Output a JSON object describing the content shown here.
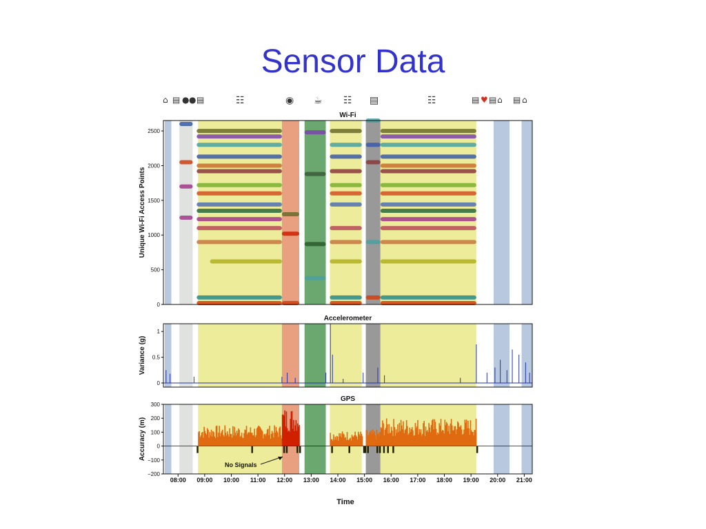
{
  "slide": {
    "title": "Sensor Data"
  },
  "icons": {
    "left": [
      "home-icon",
      "car-icon",
      "person-icon",
      "person-icon",
      "car-icon"
    ],
    "center": [
      "meeting-icon",
      "restaurant-icon",
      "coffee-icon",
      "meeting-icon",
      "desk-icon",
      "meeting-icon"
    ],
    "right": [
      "car-icon",
      "heart-icon",
      "car-icon",
      "home-icon",
      "car-icon",
      "home-icon"
    ]
  },
  "colors": {
    "yellow": "#ecec9a",
    "salmon": "#e8a080",
    "green": "#6aa870",
    "gray": "#999999",
    "lightgray": "#dfe2df",
    "lightblue": "#b8c8de",
    "accel_line": "#2233aa",
    "gps_bar": "#e06a10",
    "gps_bar_dark": "#d02000",
    "nosignal": "#222200",
    "title_blue": "#3333cc"
  },
  "time_axis": {
    "ticks": [
      "08:00",
      "09:00",
      "10:00",
      "11:00",
      "12:00",
      "13:00",
      "14:00",
      "15:00",
      "16:00",
      "17:00",
      "18:00",
      "19:00",
      "20:00",
      "21:00"
    ],
    "label": "Time",
    "range_hours": [
      7.45,
      21.3
    ]
  },
  "background_bands": [
    {
      "start": 7.5,
      "end": 7.75,
      "color": "lightblue"
    },
    {
      "start": 7.75,
      "end": 8.05,
      "color": "white"
    },
    {
      "start": 8.05,
      "end": 8.55,
      "color": "lightgray"
    },
    {
      "start": 8.55,
      "end": 8.75,
      "color": "white"
    },
    {
      "start": 8.75,
      "end": 11.9,
      "color": "yellow"
    },
    {
      "start": 11.9,
      "end": 12.55,
      "color": "salmon"
    },
    {
      "start": 12.55,
      "end": 12.75,
      "color": "white"
    },
    {
      "start": 12.75,
      "end": 13.55,
      "color": "green"
    },
    {
      "start": 13.55,
      "end": 13.7,
      "color": "white"
    },
    {
      "start": 13.7,
      "end": 14.9,
      "color": "yellow"
    },
    {
      "start": 14.9,
      "end": 15.05,
      "color": "white"
    },
    {
      "start": 15.05,
      "end": 15.6,
      "color": "gray"
    },
    {
      "start": 15.6,
      "end": 19.2,
      "color": "yellow"
    },
    {
      "start": 19.2,
      "end": 19.85,
      "color": "white"
    },
    {
      "start": 19.85,
      "end": 20.45,
      "color": "lightblue"
    },
    {
      "start": 20.45,
      "end": 20.9,
      "color": "white"
    },
    {
      "start": 20.9,
      "end": 21.3,
      "color": "lightblue"
    }
  ],
  "chart_data": [
    {
      "type": "scatter",
      "title": "Wi-Fi",
      "xlabel": "",
      "ylabel": "Unique Wi-Fi Access Points",
      "ylim": [
        0,
        2650
      ],
      "yticks": [
        "0",
        "500",
        "1000",
        "1500",
        "2000",
        "2500"
      ],
      "ytick_values": [
        0,
        500,
        1000,
        1500,
        2000,
        2500
      ],
      "ap_tracks": [
        {
          "y": 2500,
          "start": 8.7,
          "end": 11.9,
          "color": "#6b6b2a"
        },
        {
          "y": 2420,
          "start": 8.7,
          "end": 11.9,
          "color": "#7a44aa"
        },
        {
          "y": 2300,
          "start": 8.7,
          "end": 11.9,
          "color": "#4aa0a0"
        },
        {
          "y": 2130,
          "start": 8.7,
          "end": 11.9,
          "color": "#3a5aa8"
        },
        {
          "y": 2000,
          "start": 8.7,
          "end": 11.9,
          "color": "#c87030"
        },
        {
          "y": 1920,
          "start": 8.7,
          "end": 11.9,
          "color": "#8a3a3a"
        },
        {
          "y": 1720,
          "start": 8.7,
          "end": 11.9,
          "color": "#7ab030"
        },
        {
          "y": 1600,
          "start": 8.7,
          "end": 11.9,
          "color": "#d05020"
        },
        {
          "y": 1440,
          "start": 8.7,
          "end": 11.9,
          "color": "#5070b0"
        },
        {
          "y": 1350,
          "start": 8.7,
          "end": 11.9,
          "color": "#2a6a3a"
        },
        {
          "y": 1230,
          "start": 8.7,
          "end": 11.9,
          "color": "#a03a8a"
        },
        {
          "y": 1100,
          "start": 8.7,
          "end": 11.9,
          "color": "#b84a5a"
        },
        {
          "y": 900,
          "start": 8.7,
          "end": 11.9,
          "color": "#c87840"
        },
        {
          "y": 620,
          "start": 9.2,
          "end": 11.9,
          "color": "#b0b020"
        },
        {
          "y": 100,
          "start": 8.7,
          "end": 11.9,
          "color": "#2a8a8a"
        },
        {
          "y": 20,
          "start": 8.7,
          "end": 11.9,
          "color": "#d04010"
        },
        {
          "y": 2500,
          "start": 13.7,
          "end": 14.9,
          "color": "#6b6b2a"
        },
        {
          "y": 2300,
          "start": 13.7,
          "end": 14.9,
          "color": "#4aa0a0"
        },
        {
          "y": 2130,
          "start": 13.7,
          "end": 14.9,
          "color": "#3a5aa8"
        },
        {
          "y": 1920,
          "start": 13.7,
          "end": 14.9,
          "color": "#8a3a3a"
        },
        {
          "y": 1720,
          "start": 13.7,
          "end": 14.9,
          "color": "#7ab030"
        },
        {
          "y": 1600,
          "start": 13.7,
          "end": 14.9,
          "color": "#d05020"
        },
        {
          "y": 1440,
          "start": 13.7,
          "end": 14.9,
          "color": "#5070b0"
        },
        {
          "y": 1100,
          "start": 13.7,
          "end": 14.9,
          "color": "#b84a5a"
        },
        {
          "y": 900,
          "start": 13.7,
          "end": 14.9,
          "color": "#c87840"
        },
        {
          "y": 620,
          "start": 13.7,
          "end": 14.9,
          "color": "#b0b020"
        },
        {
          "y": 100,
          "start": 13.7,
          "end": 14.9,
          "color": "#2a8a8a"
        },
        {
          "y": 20,
          "start": 13.7,
          "end": 14.9,
          "color": "#d04010"
        },
        {
          "y": 2500,
          "start": 15.6,
          "end": 19.2,
          "color": "#6b6b2a"
        },
        {
          "y": 2420,
          "start": 15.6,
          "end": 19.2,
          "color": "#7a44aa"
        },
        {
          "y": 2300,
          "start": 15.6,
          "end": 19.2,
          "color": "#4aa0a0"
        },
        {
          "y": 2130,
          "start": 15.6,
          "end": 19.2,
          "color": "#3a5aa8"
        },
        {
          "y": 2000,
          "start": 15.6,
          "end": 19.2,
          "color": "#c87030"
        },
        {
          "y": 1920,
          "start": 15.6,
          "end": 19.2,
          "color": "#8a3a3a"
        },
        {
          "y": 1720,
          "start": 15.6,
          "end": 19.2,
          "color": "#7ab030"
        },
        {
          "y": 1600,
          "start": 15.6,
          "end": 19.2,
          "color": "#d05020"
        },
        {
          "y": 1440,
          "start": 15.6,
          "end": 19.2,
          "color": "#5070b0"
        },
        {
          "y": 1350,
          "start": 15.6,
          "end": 19.2,
          "color": "#2a6a3a"
        },
        {
          "y": 1230,
          "start": 15.6,
          "end": 19.2,
          "color": "#a03a8a"
        },
        {
          "y": 1100,
          "start": 15.6,
          "end": 19.2,
          "color": "#b84a5a"
        },
        {
          "y": 900,
          "start": 15.6,
          "end": 19.2,
          "color": "#c87840"
        },
        {
          "y": 620,
          "start": 15.6,
          "end": 19.2,
          "color": "#b0b020"
        },
        {
          "y": 100,
          "start": 15.6,
          "end": 19.2,
          "color": "#2a8a8a"
        },
        {
          "y": 20,
          "start": 15.6,
          "end": 19.2,
          "color": "#d04010"
        },
        {
          "y": 1300,
          "start": 11.9,
          "end": 12.55,
          "color": "#6b6b2a"
        },
        {
          "y": 1020,
          "start": 11.9,
          "end": 12.55,
          "color": "#d02000"
        },
        {
          "y": 20,
          "start": 11.9,
          "end": 12.55,
          "color": "#d04010"
        },
        {
          "y": 2480,
          "start": 12.75,
          "end": 13.55,
          "color": "#7a44aa"
        },
        {
          "y": 1880,
          "start": 12.75,
          "end": 13.55,
          "color": "#3a5a3a"
        },
        {
          "y": 870,
          "start": 12.75,
          "end": 13.55,
          "color": "#2a5a2a"
        },
        {
          "y": 380,
          "start": 12.75,
          "end": 13.55,
          "color": "#4aa0a0"
        },
        {
          "y": 2650,
          "start": 15.05,
          "end": 15.6,
          "color": "#4aa0a0"
        },
        {
          "y": 2300,
          "start": 15.05,
          "end": 15.6,
          "color": "#3a5aa8"
        },
        {
          "y": 2050,
          "start": 15.05,
          "end": 15.6,
          "color": "#8a3a3a"
        },
        {
          "y": 900,
          "start": 15.05,
          "end": 15.6,
          "color": "#4aa0a0"
        },
        {
          "y": 100,
          "start": 15.05,
          "end": 15.6,
          "color": "#d04010"
        },
        {
          "y": 2600,
          "start": 8.05,
          "end": 8.55,
          "color": "#3a5aa8"
        },
        {
          "y": 2050,
          "start": 8.05,
          "end": 8.55,
          "color": "#d04010"
        },
        {
          "y": 1700,
          "start": 8.05,
          "end": 8.55,
          "color": "#a03a8a"
        },
        {
          "y": 1250,
          "start": 8.05,
          "end": 8.55,
          "color": "#a03a8a"
        }
      ]
    },
    {
      "type": "line",
      "title": "Accelerometer",
      "xlabel": "",
      "ylabel": "Variance (g)",
      "ylim": [
        -0.08,
        1.15
      ],
      "yticks": [
        "0",
        "0.5",
        "1"
      ],
      "ytick_values": [
        0,
        0.5,
        1
      ],
      "spikes": [
        {
          "x": 7.55,
          "y": 0.25
        },
        {
          "x": 7.7,
          "y": 0.18
        },
        {
          "x": 8.6,
          "y": 0.12
        },
        {
          "x": 11.9,
          "y": 0.12
        },
        {
          "x": 12.1,
          "y": 0.2
        },
        {
          "x": 12.4,
          "y": 0.1
        },
        {
          "x": 13.55,
          "y": 0.2
        },
        {
          "x": 13.72,
          "y": 1.15
        },
        {
          "x": 13.8,
          "y": 0.55
        },
        {
          "x": 14.2,
          "y": 0.08
        },
        {
          "x": 14.95,
          "y": 0.2
        },
        {
          "x": 15.5,
          "y": 0.3
        },
        {
          "x": 15.75,
          "y": 0.15
        },
        {
          "x": 18.6,
          "y": 0.1
        },
        {
          "x": 19.2,
          "y": 0.75
        },
        {
          "x": 19.6,
          "y": 0.2
        },
        {
          "x": 19.9,
          "y": 0.3
        },
        {
          "x": 20.1,
          "y": 0.45
        },
        {
          "x": 20.35,
          "y": 0.25
        },
        {
          "x": 20.55,
          "y": 0.65
        },
        {
          "x": 20.8,
          "y": 0.55
        },
        {
          "x": 21.05,
          "y": 0.4
        },
        {
          "x": 21.2,
          "y": 0.2
        }
      ]
    },
    {
      "type": "bar",
      "title": "GPS",
      "xlabel": "Time",
      "ylabel": "Accuracy (m)",
      "ylim": [
        -200,
        300
      ],
      "yticks": [
        "300",
        "200",
        "100",
        "0",
        "−100",
        "−200"
      ],
      "ytick_values": [
        300,
        200,
        100,
        0,
        -100,
        -200
      ],
      "annotation": "No Signals",
      "active_ranges": [
        {
          "start": 8.75,
          "end": 11.9,
          "level": 150
        },
        {
          "start": 11.9,
          "end": 12.55,
          "level": 280
        },
        {
          "start": 13.7,
          "end": 14.9,
          "level": 110
        },
        {
          "start": 15.05,
          "end": 15.6,
          "level": 120
        },
        {
          "start": 15.6,
          "end": 19.2,
          "level": 200
        }
      ],
      "no_signal_times": [
        8.7,
        10.75,
        11.95,
        12.05,
        12.45,
        12.55,
        13.75,
        14.4,
        14.95,
        15.0,
        15.1,
        15.45,
        15.55,
        15.7,
        15.85,
        16.05,
        19.2
      ]
    }
  ]
}
